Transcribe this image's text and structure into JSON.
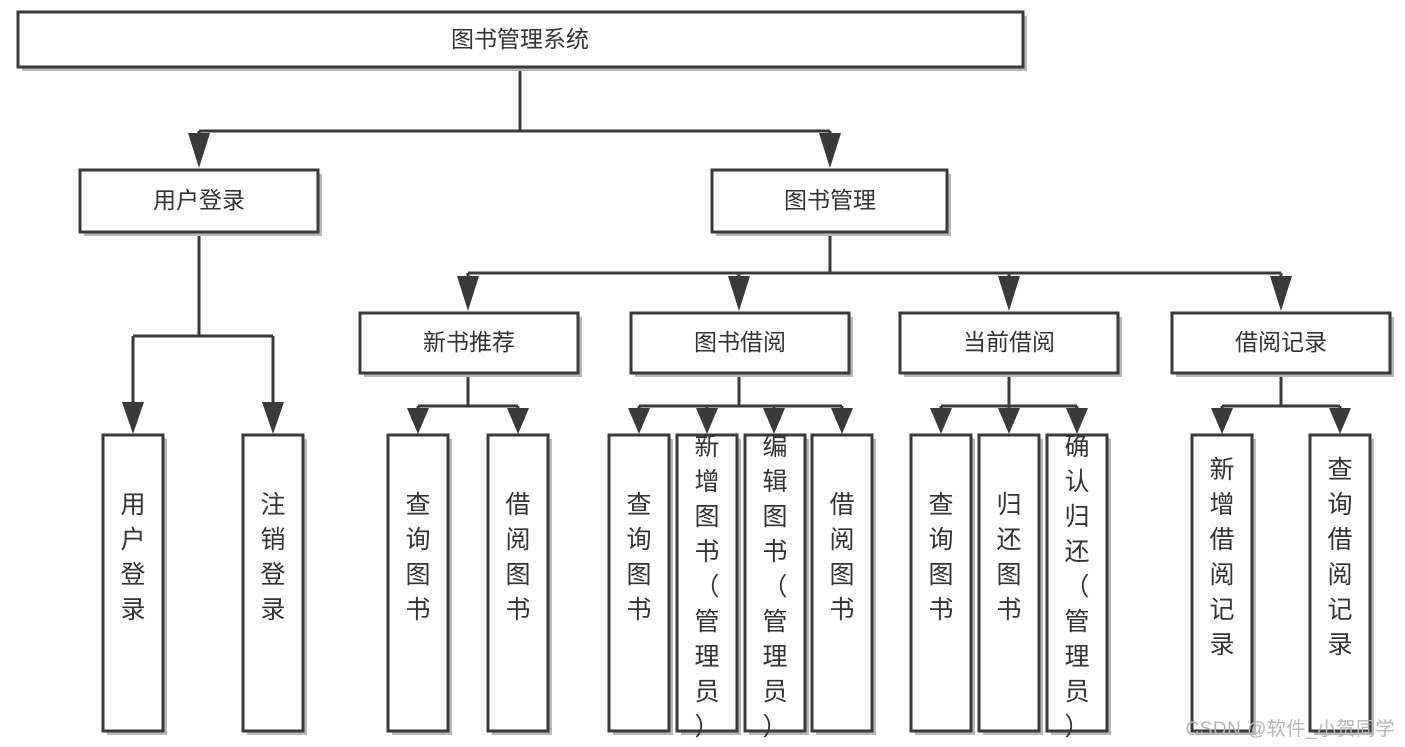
{
  "diagram": {
    "type": "tree-hierarchy",
    "title": "图书管理系统",
    "watermark": "CSDN @软件_小贺同学",
    "colors": {
      "stroke": "#3a3a3a",
      "fill": "#ffffff",
      "text": "#333333",
      "shadow": "#b8b8b8",
      "watermark": "#b5b5b5"
    },
    "levels": {
      "root": {
        "label": "图书管理系统"
      },
      "level2": [
        {
          "label": "用户登录"
        },
        {
          "label": "图书管理"
        }
      ],
      "level3": [
        {
          "label": "新书推荐"
        },
        {
          "label": "图书借阅"
        },
        {
          "label": "当前借阅"
        },
        {
          "label": "借阅记录"
        }
      ]
    },
    "leaves": {
      "user_login": [
        {
          "label": "用户登录"
        },
        {
          "label": "注销登录"
        }
      ],
      "new_book_recommend": [
        {
          "label": "查询图书"
        },
        {
          "label": "借阅图书"
        }
      ],
      "book_borrow": [
        {
          "label": "查询图书"
        },
        {
          "label": "新增图书（管理员）"
        },
        {
          "label": "编辑图书（管理员）"
        },
        {
          "label": "借阅图书"
        }
      ],
      "current_borrow": [
        {
          "label": "查询图书"
        },
        {
          "label": "归还图书"
        },
        {
          "label": "确认归还（管理员）"
        }
      ],
      "borrow_record": [
        {
          "label": "新增借阅记录"
        },
        {
          "label": "查询借阅记录"
        }
      ]
    }
  }
}
